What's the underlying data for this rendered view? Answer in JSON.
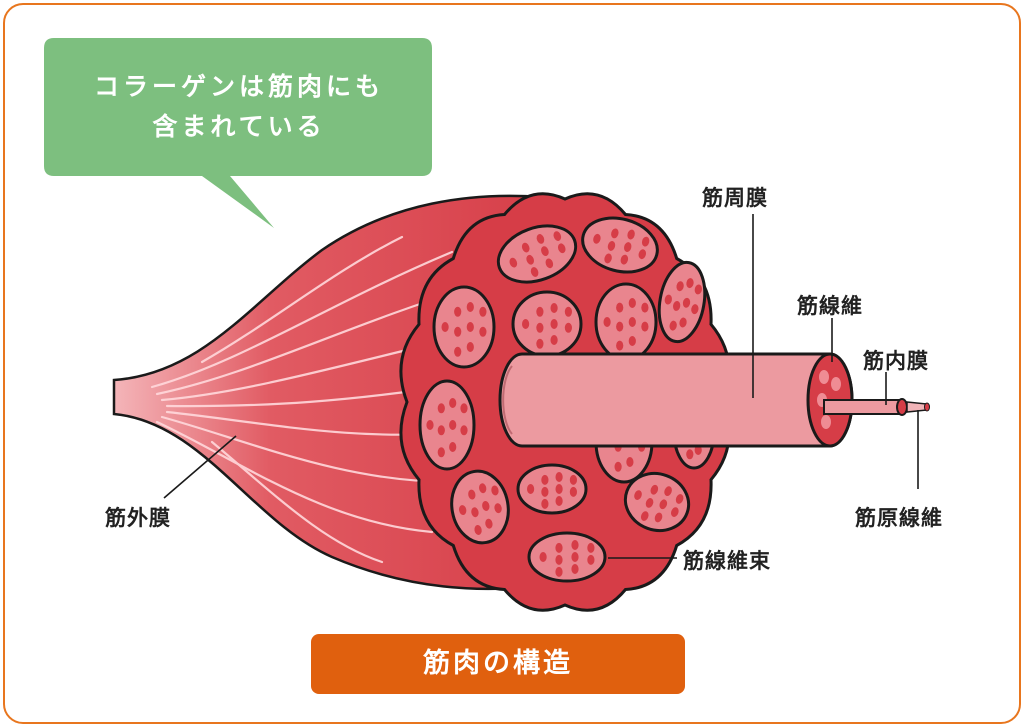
{
  "bubble": {
    "line1": "コラーゲンは筋肉にも",
    "line2": "含まれている"
  },
  "labels": {
    "perimysium": "筋周膜",
    "muscle_fiber": "筋線維",
    "endomysium": "筋内膜",
    "myofibril": "筋原線維",
    "epimysium": "筋外膜",
    "fascicle": "筋線維束"
  },
  "caption": "筋肉の構造",
  "colors": {
    "frame_border": "#e8761e",
    "bubble_fill": "#7dbf7f",
    "caption_fill": "#e0600e",
    "muscle_red": "#d63d47",
    "fiber_pink": "#e9858e",
    "outline": "#1a1a1a"
  }
}
